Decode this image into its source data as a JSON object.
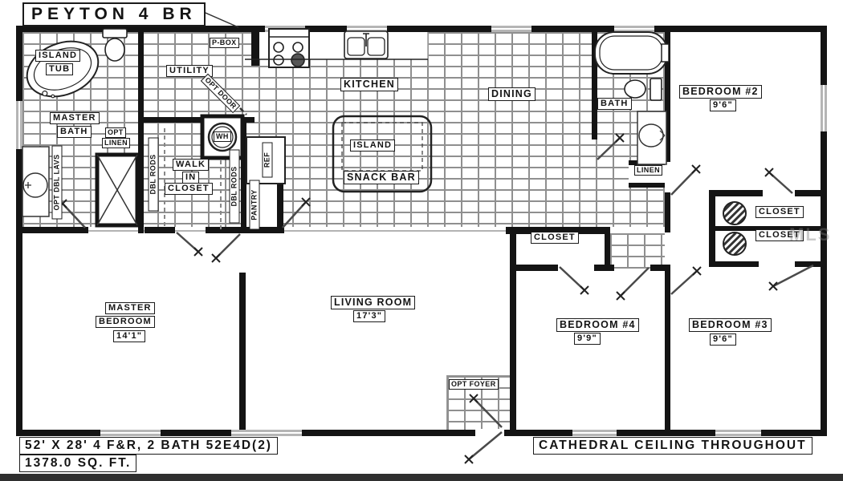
{
  "title": "PEYTON 4 BR",
  "watermark": "MLS",
  "labels": {
    "island_tub": [
      "ISLAND",
      "TUB"
    ],
    "master_bath": [
      "MASTER",
      "BATH"
    ],
    "opt_linen": [
      "OPT",
      "LINEN"
    ],
    "opt_dbl_lavs": "OPT DBL LAVS",
    "p_box": "P-BOX",
    "utility": "UTILITY",
    "opt_door": "OPT DOOR",
    "walk_in_closet": [
      "WALK",
      "IN",
      "CLOSET"
    ],
    "dbl_rods": "DBL RODS",
    "wh": "WH",
    "ref": "REF",
    "pantry": "PANTRY",
    "kitchen": "KITCHEN",
    "island_counter": "ISLAND",
    "snack_bar": "SNACK BAR",
    "dining": "DINING",
    "bath": "BATH",
    "linen": "LINEN",
    "closet_top": "CLOSET",
    "closet_bottom": "CLOSET",
    "closet_mid": "CLOSET",
    "opt_foyer": "OPT FOYER",
    "bedroom2": {
      "name": "BEDROOM #2",
      "dim": "9'6\""
    },
    "bedroom3": {
      "name": "BEDROOM #3",
      "dim": "9'6\""
    },
    "bedroom4": {
      "name": "BEDROOM #4",
      "dim": "9'9\""
    },
    "living_room": {
      "name": "LIVING ROOM",
      "dim": "17'3\""
    },
    "master_bedroom": {
      "line1": "MASTER",
      "line2": "BEDROOM",
      "dim": "14'1\""
    }
  },
  "footer": {
    "size_line": "52' X 28' 4 F&R, 2 BATH  52E4D(2)",
    "sqft_line": "1378.0 SQ. FT.",
    "ceiling_note": "CATHEDRAL CEILING THROUGHOUT"
  }
}
